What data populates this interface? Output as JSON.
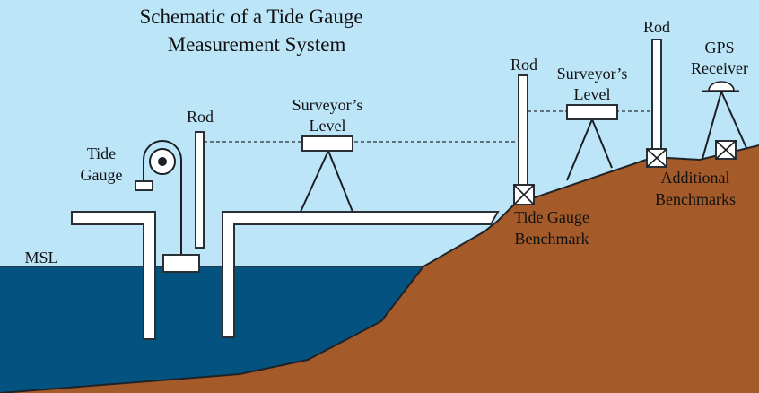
{
  "title": {
    "line1": "Schematic of a Tide Gauge",
    "line2": "Measurement System"
  },
  "colors": {
    "sky": "#BDE5F8",
    "water": "#03527F",
    "land": "#A55A2A",
    "outline": "#2A2F35",
    "structure": "#FFFFFF"
  },
  "labels": {
    "tide_gauge": {
      "line1": "Tide",
      "line2": "Gauge"
    },
    "rod_left": "Rod",
    "level_left": {
      "line1": "Surveyor’s",
      "line2": "Level"
    },
    "msl": "MSL",
    "rod_middle": "Rod",
    "level_right": {
      "line1": "Surveyor’s",
      "line2": "Level"
    },
    "rod_right": "Rod",
    "gps": {
      "line1": "GPS",
      "line2": "Receiver"
    },
    "tide_gauge_benchmark": {
      "line1": "Tide Gauge",
      "line2": "Benchmark"
    },
    "additional_benchmarks": {
      "line1": "Additional",
      "line2": "Benchmarks"
    }
  }
}
